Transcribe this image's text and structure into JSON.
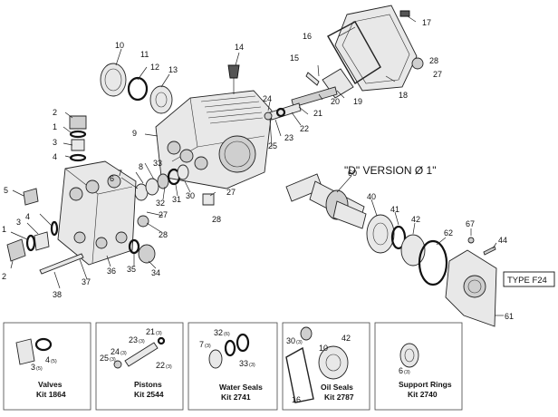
{
  "variant_label": "\"D\" VERSION Ø 1\"",
  "type_label": "TYPE F24",
  "callouts": {
    "c1a": "1",
    "c2a": "2",
    "c3a": "3",
    "c4a": "4",
    "c5": "5",
    "c6": "6",
    "c7": "7",
    "c8": "8",
    "c9": "9",
    "c10": "10",
    "c11": "11",
    "c12": "12",
    "c13": "13",
    "c14": "14",
    "c15": "15",
    "c16": "16",
    "c17": "17",
    "c18": "18",
    "c19": "19",
    "c20": "20",
    "c21": "21",
    "c22": "22",
    "c23": "23",
    "c24": "24",
    "c25": "25",
    "c27a": "27",
    "c27b": "27",
    "c27c": "27",
    "c28a": "28",
    "c28b": "28",
    "c28c": "28",
    "c30": "30",
    "c31": "31",
    "c32": "32",
    "c33": "33",
    "c34": "34",
    "c35": "35",
    "c36": "36",
    "c37": "37",
    "c38": "38",
    "c40": "40",
    "c41": "41",
    "c42": "42",
    "c44": "44",
    "c60": "60",
    "c61": "61",
    "c62": "62",
    "c67": "67",
    "c1b": "1",
    "c2b": "2",
    "c3b": "3",
    "c4b": "4"
  },
  "kits": [
    {
      "name": "Valves",
      "kit": "Kit 1864",
      "labels": {
        "a": "4",
        "a_sub": "(5)",
        "b": "3",
        "b_sub": "(5)"
      }
    },
    {
      "name": "Pistons",
      "kit": "Kit 2544",
      "labels": {
        "a": "21",
        "a_sub": "(3)",
        "b": "23",
        "b_sub": "(3)",
        "c": "24",
        "c_sub": "(3)",
        "d": "25",
        "d_sub": "(3)",
        "e": "22",
        "e_sub": "(3)"
      }
    },
    {
      "name": "Water Seals",
      "kit": "Kit 2741",
      "labels": {
        "a": "32",
        "a_sub": "(6)",
        "b": "7",
        "b_sub": "(3)",
        "c": "33",
        "c_sub": "(3)"
      }
    },
    {
      "name": "Oil Seals",
      "kit": "Kit 2787",
      "labels": {
        "a": "30",
        "a_sub": "(3)",
        "b": "10",
        "c": "42",
        "d": "16"
      }
    },
    {
      "name": "Support Rings",
      "kit": "Kit 2740",
      "labels": {
        "a": "6",
        "a_sub": "(3)"
      }
    }
  ]
}
